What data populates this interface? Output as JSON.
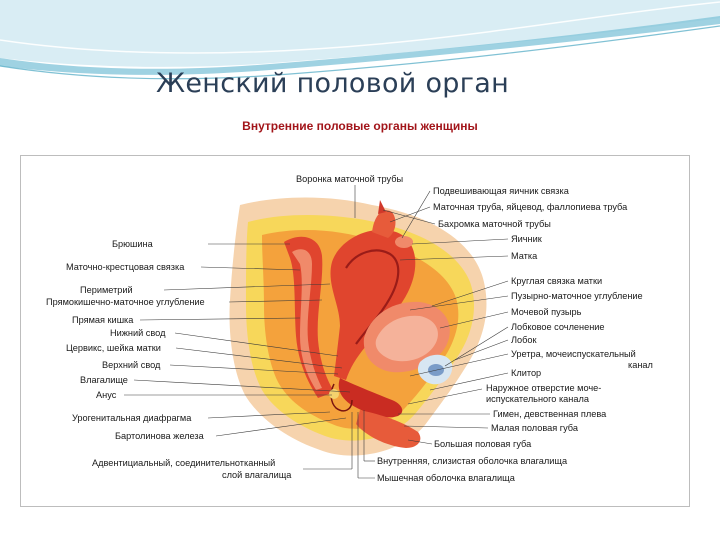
{
  "slide": {
    "title": "Женский половой орган"
  },
  "diagram": {
    "title": "Внутренние половые органы женщины",
    "labels_top": [
      "Воронка маточной трубы"
    ],
    "labels_left": [
      "Брюшина",
      "Маточно-крестцовая связка",
      "Периметрий",
      "Прямокишечно-маточное углубление",
      "Прямая кишка",
      "Нижний свод",
      "Цервикс, шейка матки",
      "Верхний свод",
      "Влагалище",
      "Анус",
      "Урогенитальная диафрагма",
      "Бартолинова железа"
    ],
    "label_bottom_left": [
      "Адвентициальный, соединительнотканный",
      "слой влагалища"
    ],
    "labels_right": [
      "Подвешивающая яичник связка",
      "Маточная труба, яйцевод, фаллопиева труба",
      "Бахромка маточной трубы",
      "Яичник",
      "Матка",
      "Круглая связка матки",
      "Пузырно-маточное углубление",
      "Мочевой пузырь",
      "Лобковое сочленение",
      "Лобок",
      "Уретра, мочеиспускательный",
      "канал",
      "Клитор",
      "Наружное отверстие моче-",
      "испускательного канала",
      "Гимен, девственная плева",
      "Малая половая губа",
      "Большая половая губа",
      "Внутренняя, слизистая оболочка влагалища",
      "Мышечная оболочка влагалища"
    ],
    "colors": {
      "title_text": "#2b3f57",
      "diagram_title": "#a2151a",
      "tissue_red": "#e0452e",
      "tissue_orange": "#f4a23c",
      "fat_yellow": "#f7d75a",
      "skin": "#f6d3ad"
    }
  }
}
